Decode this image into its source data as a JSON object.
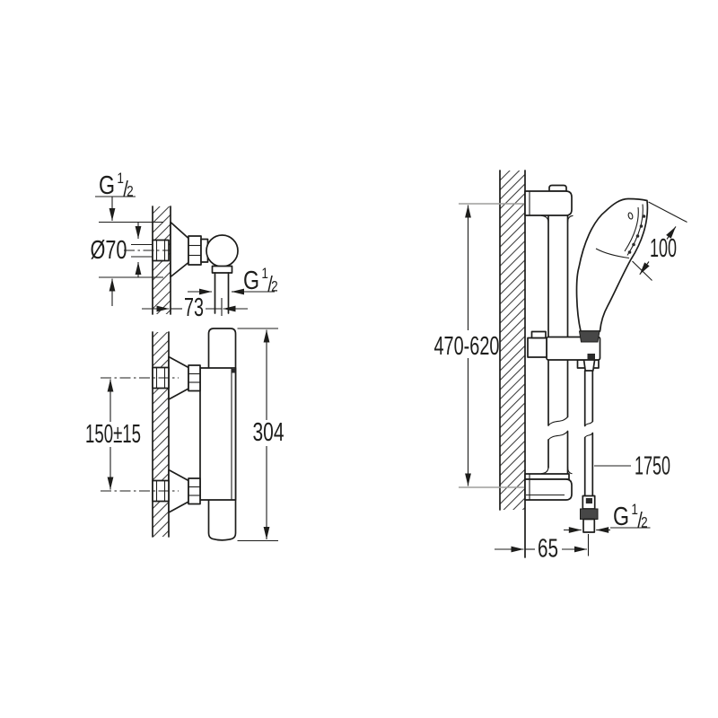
{
  "drawing": {
    "type": "technical-installation-diagram",
    "subject": "thermostatic shower mixer with shower rail set",
    "colors": {
      "background": "#ffffff",
      "line": "#1d1d1b",
      "extension_line_gray": "#9d9d9c",
      "knurl_dark": "#474747"
    }
  },
  "labels": {
    "thread": {
      "g": "G",
      "sup": "1",
      "slash": "/",
      "sub": "2"
    },
    "dims": {
      "escutcheon_diameter": "Ø70",
      "projection": "73",
      "inlet_spacing": "150±15",
      "body_height": "304",
      "rail_height_range": "470-620",
      "head_diameter": "100",
      "hose_length": "1750",
      "wall_offset": "65"
    }
  }
}
